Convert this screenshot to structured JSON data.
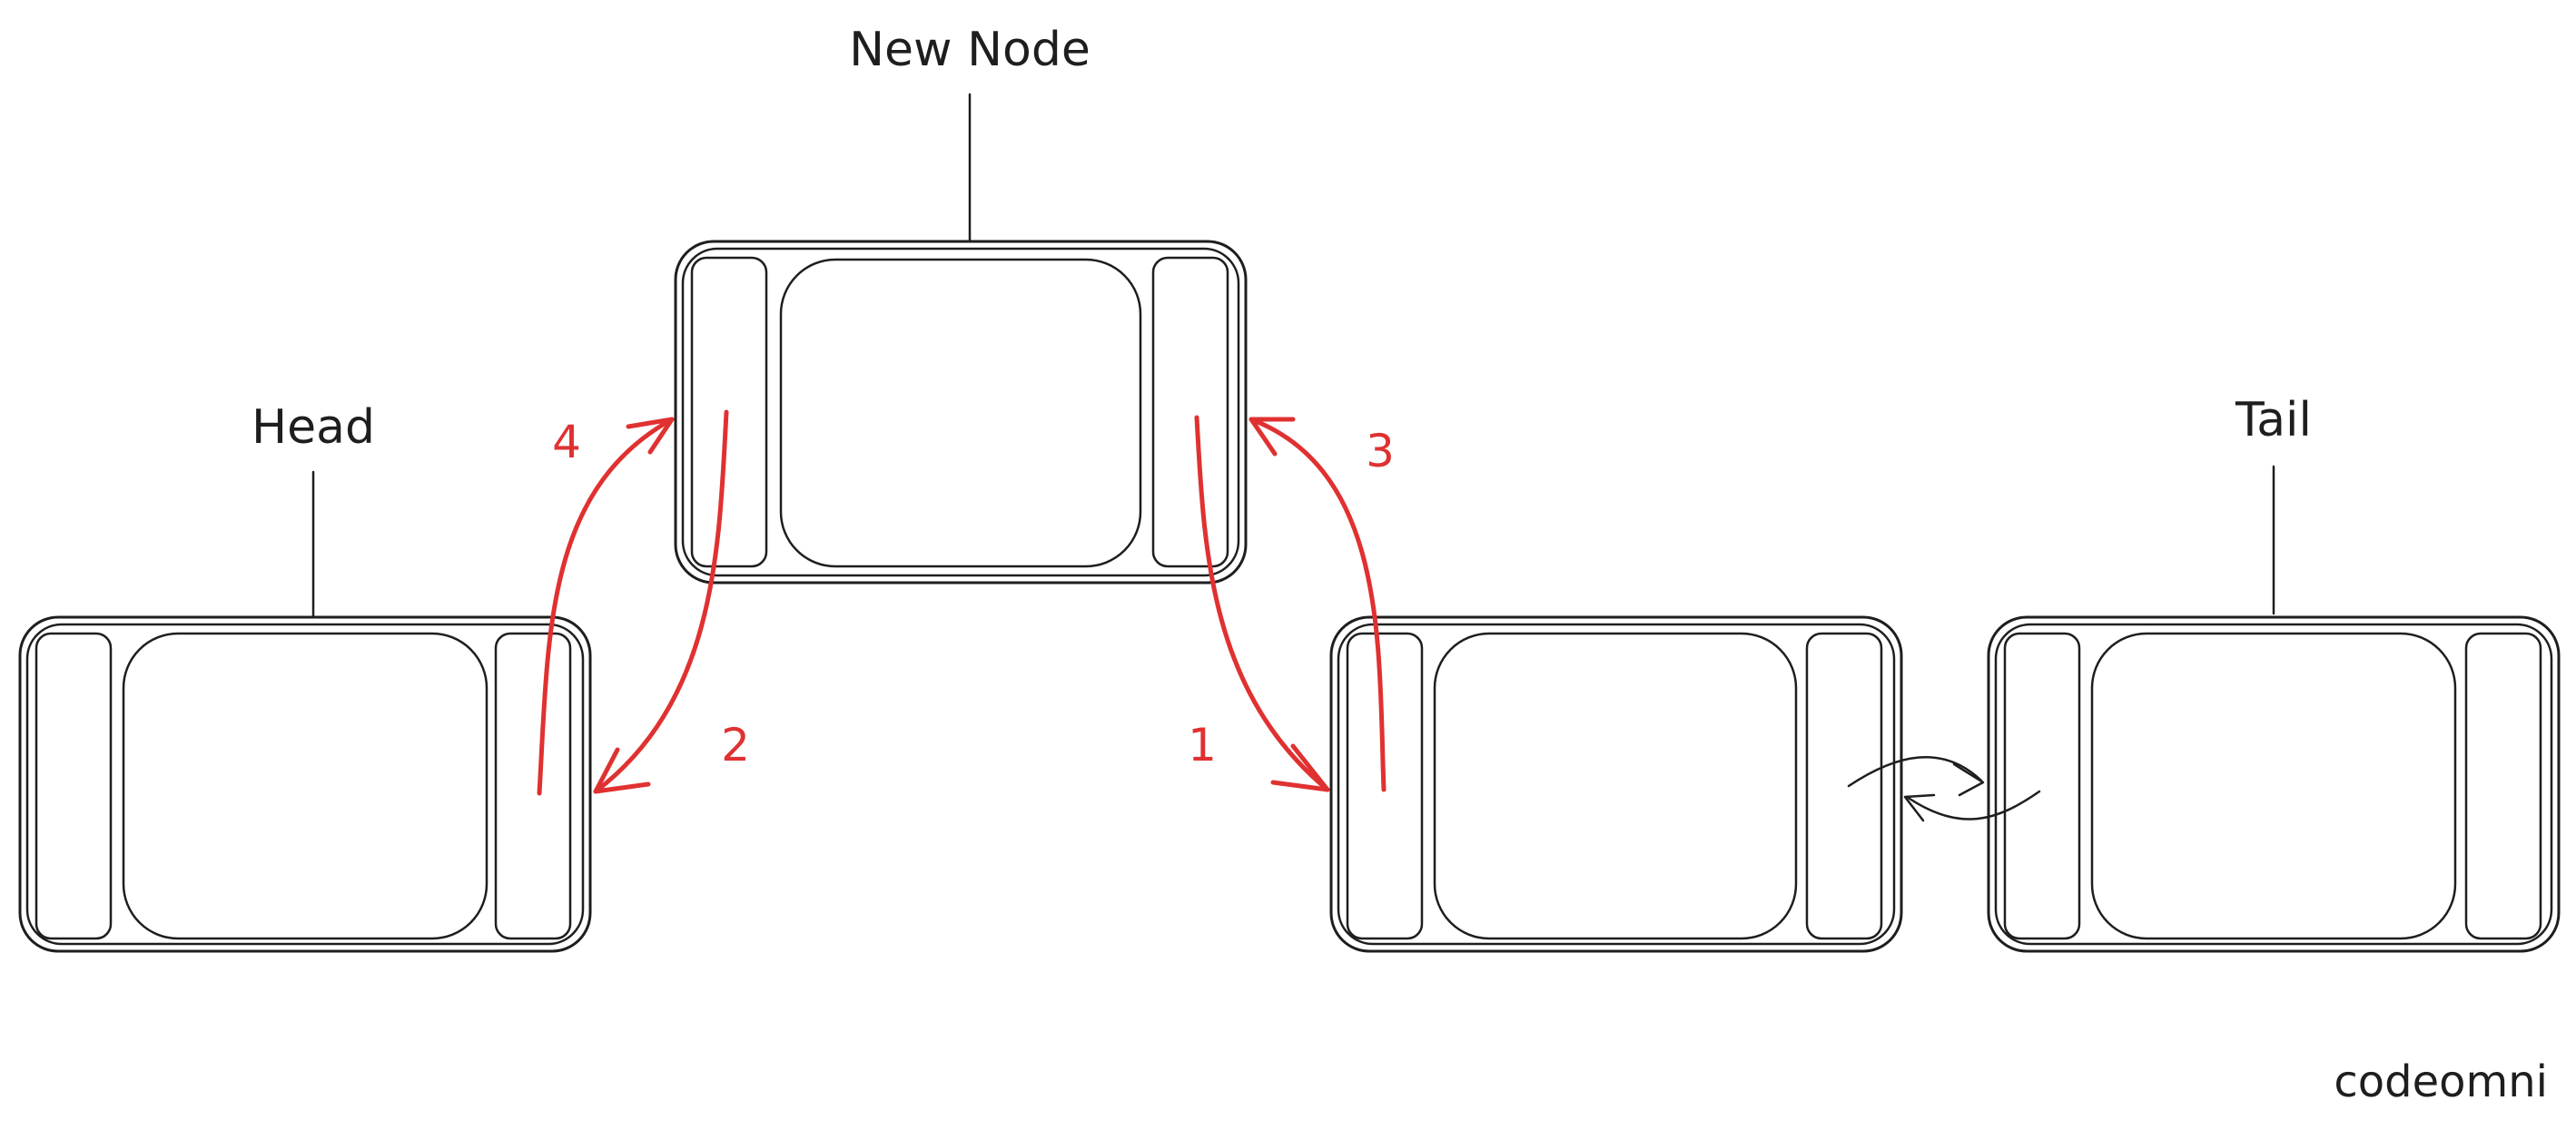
{
  "diagram": {
    "nodes": [
      {
        "id": "head-node",
        "label": "Head"
      },
      {
        "id": "new-node",
        "label": "New Node"
      },
      {
        "id": "middle-node",
        "label": ""
      },
      {
        "id": "tail-node",
        "label": "Tail"
      }
    ],
    "steps": [
      "1",
      "2",
      "3",
      "4"
    ],
    "watermark": "codeomni",
    "colors": {
      "ink": "#1e1e1e",
      "highlight": "#e03131",
      "background": "#ffffff"
    }
  }
}
